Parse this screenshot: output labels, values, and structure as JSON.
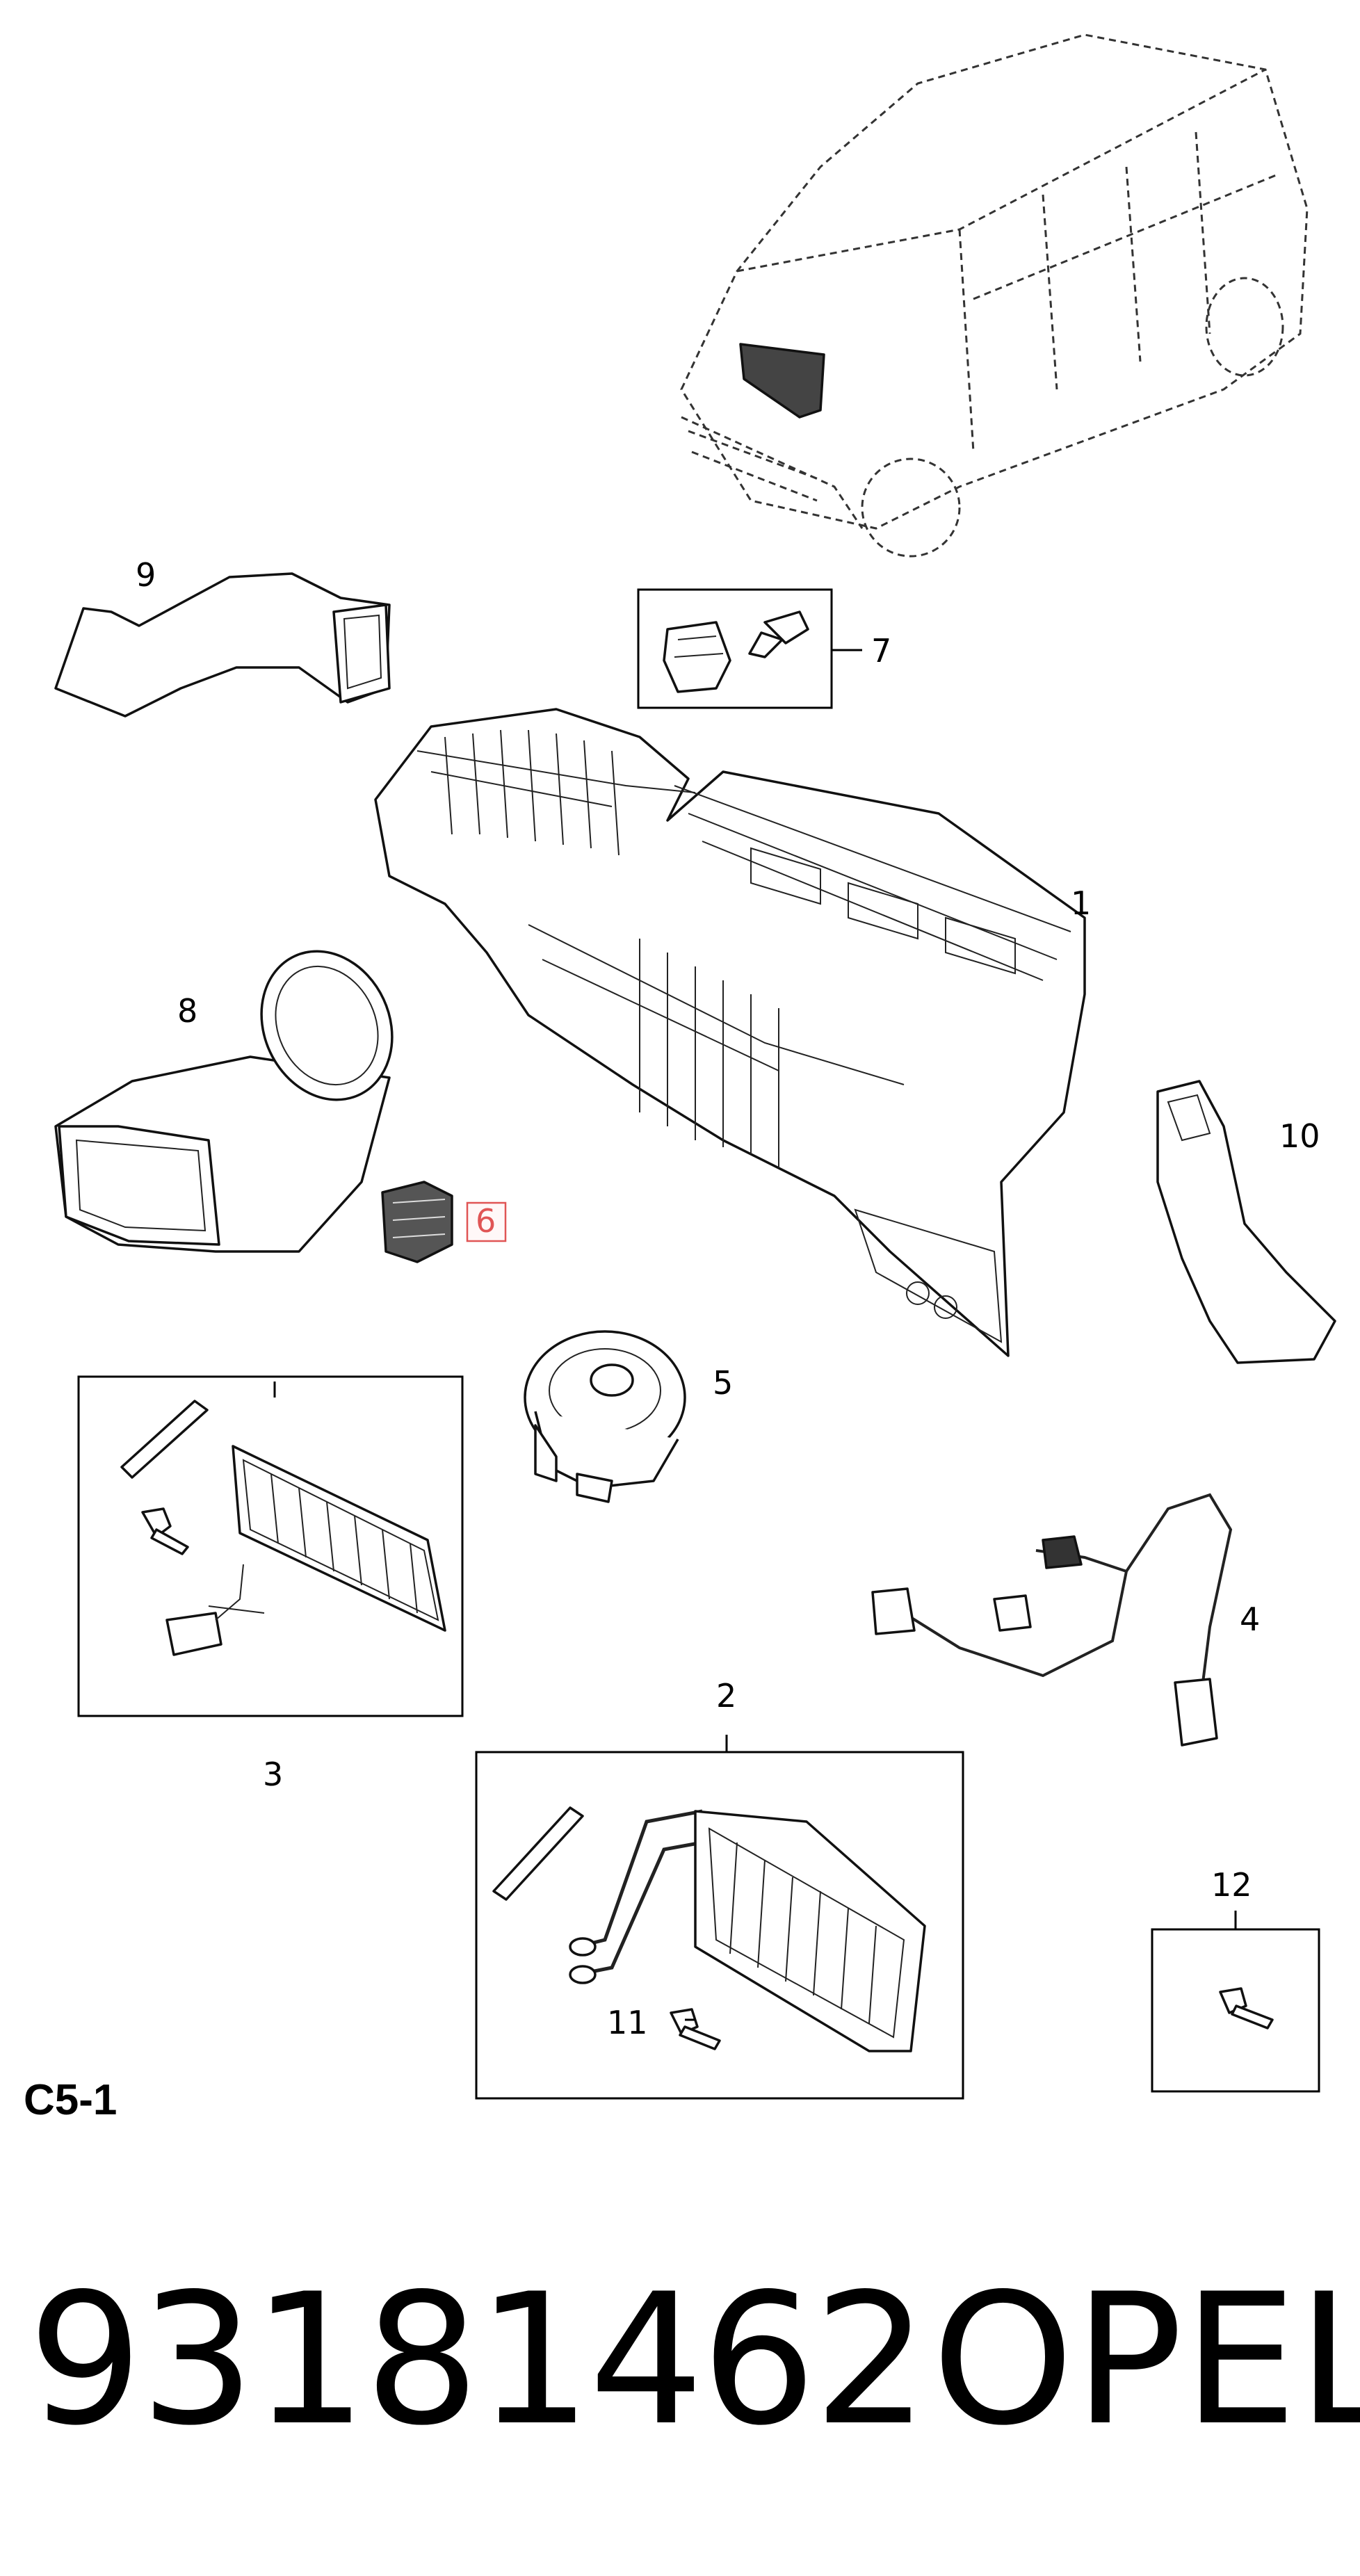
{
  "callouts": {
    "c1": "1",
    "c2": "2",
    "c3": "3",
    "c4": "4",
    "c5": "5",
    "c6": "6",
    "c7": "7",
    "c8": "8",
    "c9": "9",
    "c10": "10",
    "c11": "11",
    "c12": "12"
  },
  "highlight_color": "#e05555",
  "section_code": "C5-1",
  "part_number": "93181462",
  "brand": "OPEL"
}
